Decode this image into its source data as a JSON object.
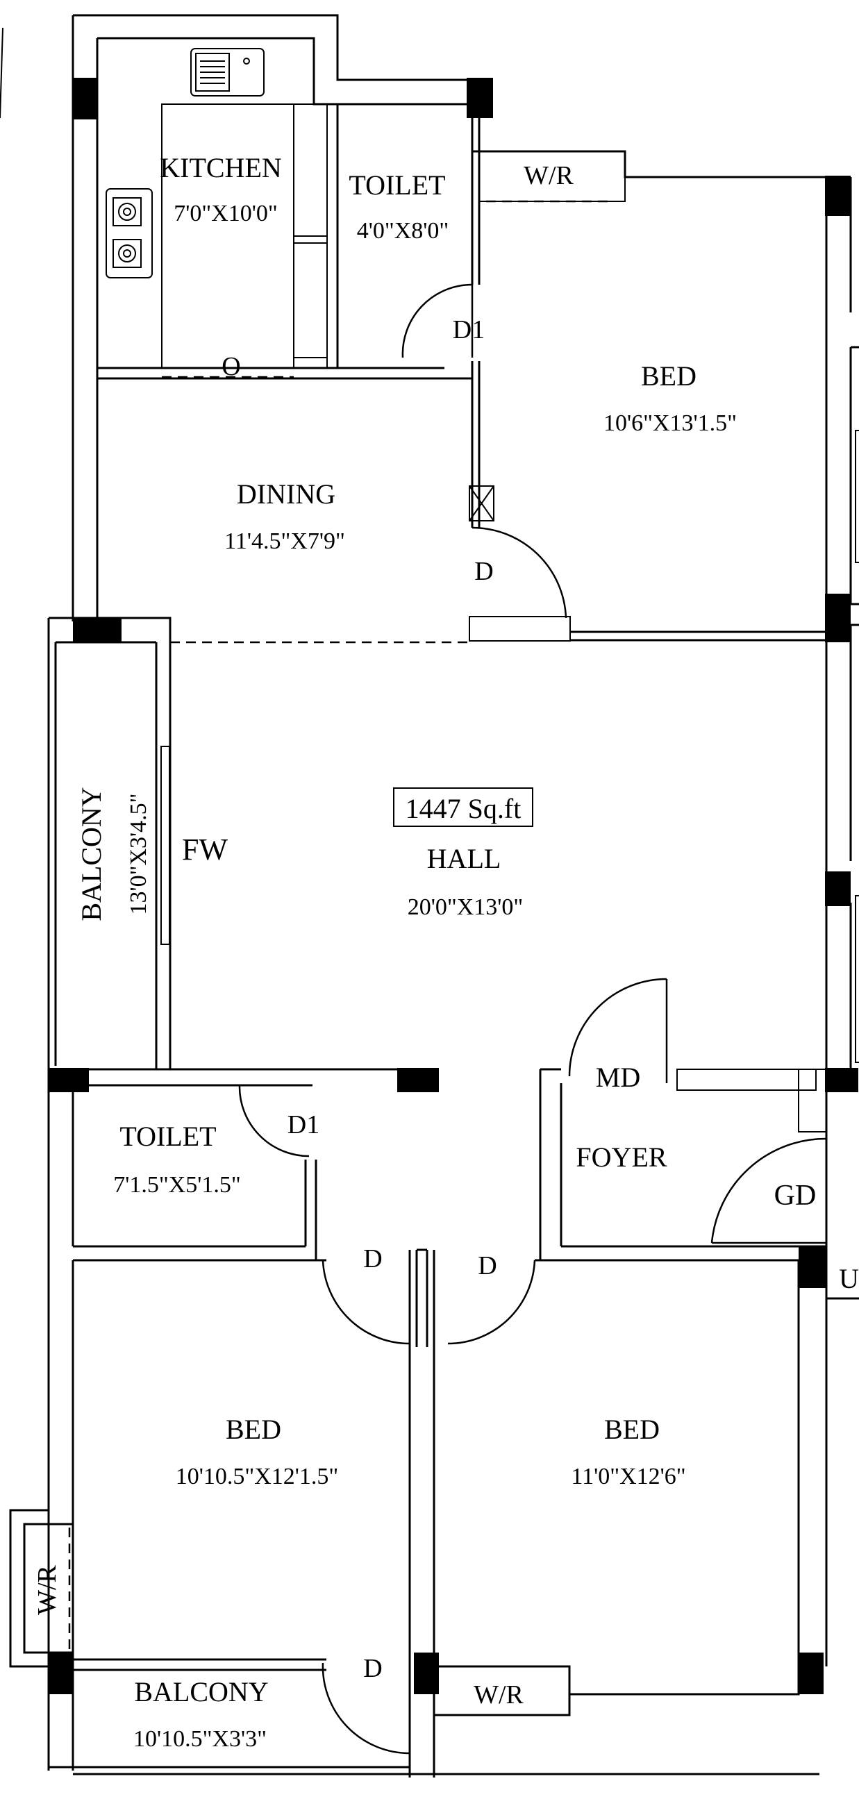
{
  "area": "1447 Sq.ft",
  "rooms": {
    "kitchen": {
      "name": "KITCHEN",
      "size": "7'0\"X10'0\""
    },
    "toilet_top": {
      "name": "TOILET",
      "size": "4'0\"X8'0\""
    },
    "bed_top": {
      "name": "BED",
      "size": "10'6\"X13'1.5\""
    },
    "dining": {
      "name": "DINING",
      "size": "11'4.5\"X7'9\""
    },
    "hall": {
      "name": "HALL",
      "size": "20'0\"X13'0\""
    },
    "balcony_left": {
      "name": "BALCONY",
      "size": "13'0\"X3'4.5\""
    },
    "toilet_bottom": {
      "name": "TOILET",
      "size": "7'1.5\"X5'1.5\""
    },
    "foyer": {
      "name": "FOYER"
    },
    "bed_left": {
      "name": "BED",
      "size": "10'10.5\"X12'1.5\""
    },
    "bed_right": {
      "name": "BED",
      "size": "11'0\"X12'6\""
    },
    "balcony_bottom": {
      "name": "BALCONY",
      "size": "10'10.5\"X3'3\""
    }
  },
  "labels": {
    "wr": "W/R",
    "d1": "D1",
    "d": "D",
    "md": "MD",
    "gd": "GD",
    "fw": "FW",
    "o": "O",
    "u": "U"
  }
}
